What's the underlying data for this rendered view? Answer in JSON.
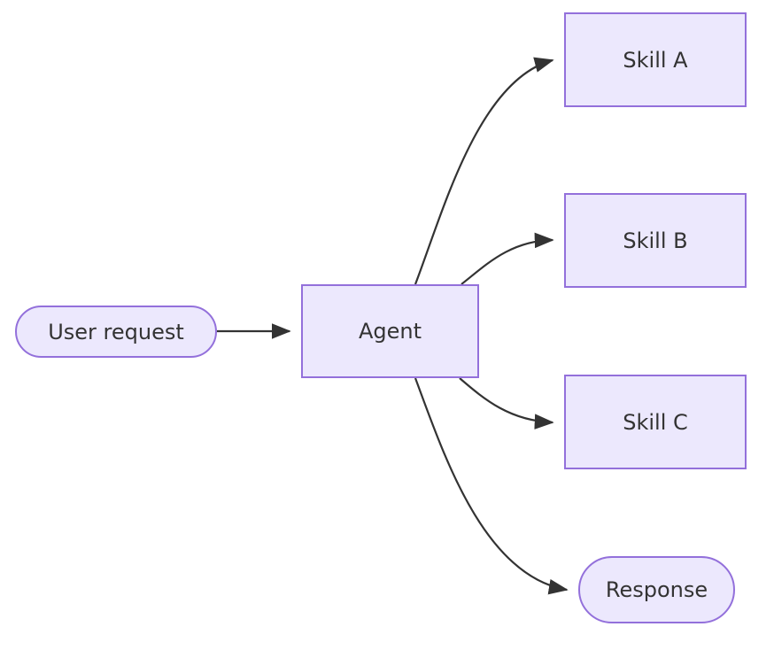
{
  "diagram": {
    "type": "flowchart",
    "direction": "left-to-right",
    "background_color": "#ffffff",
    "node_fill_color": "#ece8fd",
    "node_border_color": "#9370db",
    "text_color": "#333333",
    "edge_color": "#333333",
    "nodes": [
      {
        "id": "user-request",
        "label": "User request",
        "shape": "pill"
      },
      {
        "id": "agent",
        "label": "Agent",
        "shape": "rect"
      },
      {
        "id": "skill-a",
        "label": "Skill A",
        "shape": "rect"
      },
      {
        "id": "skill-b",
        "label": "Skill B",
        "shape": "rect"
      },
      {
        "id": "skill-c",
        "label": "Skill C",
        "shape": "rect"
      },
      {
        "id": "response",
        "label": "Response",
        "shape": "pill"
      }
    ],
    "edges": [
      {
        "from": "user-request",
        "to": "agent",
        "label": "",
        "style": "straight-arrow"
      },
      {
        "from": "agent",
        "to": "skill-a",
        "label": "",
        "style": "curved-arrow"
      },
      {
        "from": "agent",
        "to": "skill-b",
        "label": "",
        "style": "curved-arrow"
      },
      {
        "from": "agent",
        "to": "skill-c",
        "label": "",
        "style": "curved-arrow"
      },
      {
        "from": "agent",
        "to": "response",
        "label": "",
        "style": "curved-arrow"
      }
    ]
  }
}
